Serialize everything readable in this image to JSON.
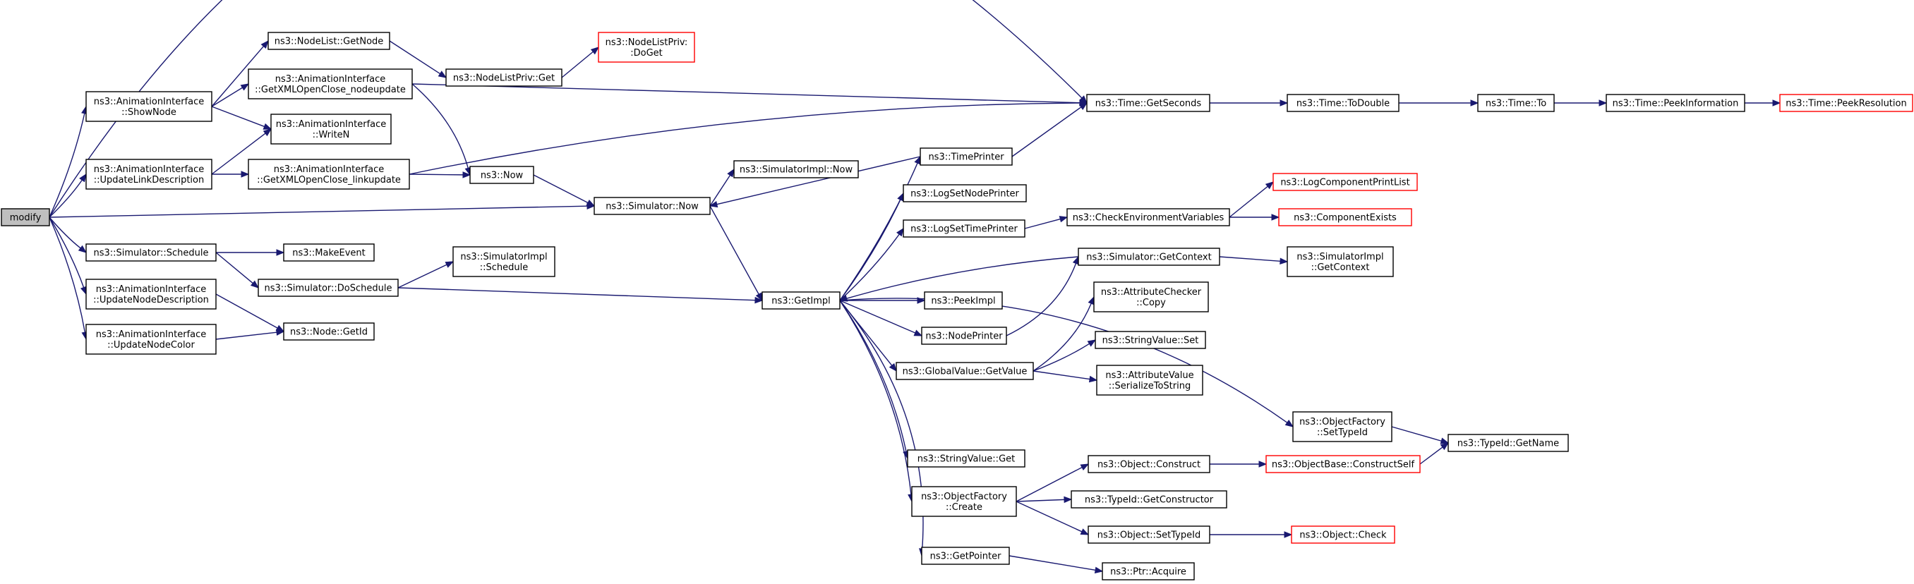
{
  "colors": {
    "edge": "#191970",
    "node_border": "#000000",
    "missing_border": "#ff0000",
    "current_fill": "#bfbfbf"
  },
  "nodes": [
    {
      "id": "modify",
      "label": [
        "modify"
      ],
      "current": true
    },
    {
      "id": "showNode",
      "label": [
        "ns3::AnimationInterface",
        "::ShowNode"
      ]
    },
    {
      "id": "updateLink",
      "label": [
        "ns3::AnimationInterface",
        "::UpdateLinkDescription"
      ]
    },
    {
      "id": "schedule",
      "label": [
        "ns3::Simulator::Schedule"
      ]
    },
    {
      "id": "updateNodeDesc",
      "label": [
        "ns3::AnimationInterface",
        "::UpdateNodeDescription"
      ]
    },
    {
      "id": "updateNodeColor",
      "label": [
        "ns3::AnimationInterface",
        "::UpdateNodeColor"
      ]
    },
    {
      "id": "nodeListGetNode",
      "label": [
        "ns3::NodeList::GetNode"
      ]
    },
    {
      "id": "getXmlNode",
      "label": [
        "ns3::AnimationInterface",
        "::GetXMLOpenClose_nodeupdate"
      ]
    },
    {
      "id": "writeN",
      "label": [
        "ns3::AnimationInterface",
        "::WriteN"
      ]
    },
    {
      "id": "getXmlLink",
      "label": [
        "ns3::AnimationInterface",
        "::GetXMLOpenClose_linkupdate"
      ]
    },
    {
      "id": "makeEvent",
      "label": [
        "ns3::MakeEvent"
      ]
    },
    {
      "id": "doSchedule",
      "label": [
        "ns3::Simulator::DoSchedule"
      ]
    },
    {
      "id": "nodeGetId",
      "label": [
        "ns3::Node::GetId"
      ]
    },
    {
      "id": "nodeListPrivGet",
      "label": [
        "ns3::NodeListPriv::Get"
      ]
    },
    {
      "id": "nodeListPrivDoGet",
      "label": [
        "ns3::NodeListPriv:",
        ":DoGet"
      ],
      "missing": true
    },
    {
      "id": "now",
      "label": [
        "ns3::Now"
      ]
    },
    {
      "id": "simImplSchedule",
      "label": [
        "ns3::SimulatorImpl",
        "::Schedule"
      ]
    },
    {
      "id": "simImplNow",
      "label": [
        "ns3::SimulatorImpl::Now"
      ]
    },
    {
      "id": "simNow",
      "label": [
        "ns3::Simulator::Now"
      ]
    },
    {
      "id": "getImpl",
      "label": [
        "ns3::GetImpl"
      ]
    },
    {
      "id": "timePrinter",
      "label": [
        "ns3::TimePrinter"
      ]
    },
    {
      "id": "logSetNodePrinter",
      "label": [
        "ns3::LogSetNodePrinter"
      ]
    },
    {
      "id": "logSetTimePrinter",
      "label": [
        "ns3::LogSetTimePrinter"
      ]
    },
    {
      "id": "peekImpl",
      "label": [
        "ns3::PeekImpl"
      ]
    },
    {
      "id": "nodePrinter",
      "label": [
        "ns3::NodePrinter"
      ]
    },
    {
      "id": "globalValueGetValue",
      "label": [
        "ns3::GlobalValue::GetValue"
      ]
    },
    {
      "id": "stringValueGet",
      "label": [
        "ns3::StringValue::Get"
      ]
    },
    {
      "id": "objectFactoryCreate",
      "label": [
        "ns3::ObjectFactory",
        "::Create"
      ]
    },
    {
      "id": "getPointer",
      "label": [
        "ns3::GetPointer"
      ]
    },
    {
      "id": "timeGetSeconds",
      "label": [
        "ns3::Time::GetSeconds"
      ]
    },
    {
      "id": "checkEnvVars",
      "label": [
        "ns3::CheckEnvironmentVariables"
      ]
    },
    {
      "id": "simGetContext",
      "label": [
        "ns3::Simulator::GetContext"
      ]
    },
    {
      "id": "attrCheckerCopy",
      "label": [
        "ns3::AttributeChecker",
        "::Copy"
      ]
    },
    {
      "id": "stringValueSet",
      "label": [
        "ns3::StringValue::Set"
      ]
    },
    {
      "id": "attrValueSerialize",
      "label": [
        "ns3::AttributeValue",
        "::SerializeToString"
      ]
    },
    {
      "id": "objectConstruct",
      "label": [
        "ns3::Object::Construct"
      ]
    },
    {
      "id": "typeIdGetConstructor",
      "label": [
        "ns3::TypeId::GetConstructor"
      ]
    },
    {
      "id": "objectSetTypeId",
      "label": [
        "ns3::Object::SetTypeId"
      ]
    },
    {
      "id": "ptrAcquire",
      "label": [
        "ns3::Ptr::Acquire"
      ]
    },
    {
      "id": "timeToDouble",
      "label": [
        "ns3::Time::ToDouble"
      ]
    },
    {
      "id": "logComponentPrintList",
      "label": [
        "ns3::LogComponentPrintList"
      ],
      "missing": true
    },
    {
      "id": "componentExists",
      "label": [
        "ns3::ComponentExists"
      ],
      "missing": true
    },
    {
      "id": "simImplGetContext",
      "label": [
        "ns3::SimulatorImpl",
        "::GetContext"
      ]
    },
    {
      "id": "objectFactorySetTypeId",
      "label": [
        "ns3::ObjectFactory",
        "::SetTypeId"
      ]
    },
    {
      "id": "objectBaseConstructSelf",
      "label": [
        "ns3::ObjectBase::ConstructSelf"
      ],
      "missing": true
    },
    {
      "id": "objectCheck",
      "label": [
        "ns3::Object::Check"
      ],
      "missing": true
    },
    {
      "id": "timeTo",
      "label": [
        "ns3::Time::To"
      ]
    },
    {
      "id": "typeIdGetName",
      "label": [
        "ns3::TypeId::GetName"
      ]
    },
    {
      "id": "timePeekInformation",
      "label": [
        "ns3::Time::PeekInformation"
      ]
    },
    {
      "id": "timePeekResolution",
      "label": [
        "ns3::Time::PeekResolution"
      ],
      "missing": true
    }
  ]
}
